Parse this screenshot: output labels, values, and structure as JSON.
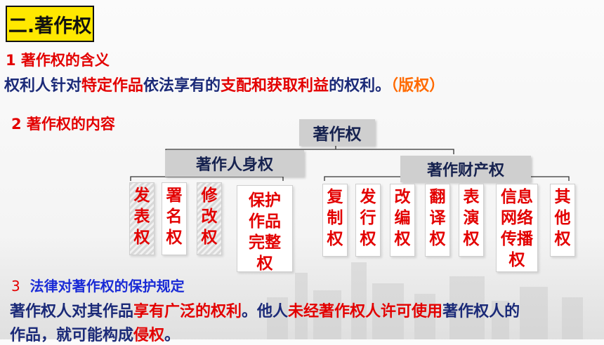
{
  "title": "二.著作权",
  "sec1": {
    "heading": "1 著作权的含义"
  },
  "def": {
    "p1": "权利人针对",
    "p2": "特定作品",
    "p3": "依法享有的",
    "p4": "支配和获取利益",
    "p5": "的权利。",
    "p6": "（版权）"
  },
  "sec2": {
    "heading": "2 著作权的内容"
  },
  "tree": {
    "root": "著作权",
    "personal": {
      "label": "著作人身权",
      "items": [
        "发表权",
        "署名权",
        "修改权",
        "保护作品完整权"
      ]
    },
    "property": {
      "label": "著作财产权",
      "items": [
        "复制权",
        "发行权",
        "改编权",
        "翻译权",
        "表演权",
        "信息网络传播权",
        "其他权"
      ]
    }
  },
  "sec3": {
    "num": "3",
    "heading": "法律对著作权的保护规定"
  },
  "law": {
    "p1": "著作权人对其作品",
    "p2": "享有广泛的权利",
    "p3": "。他人",
    "p4": "未经著作权人许可使用",
    "p5": "著作权人的",
    "l2a": "作品，就可能构成",
    "l2b": "侵权",
    "l2c": "。"
  }
}
